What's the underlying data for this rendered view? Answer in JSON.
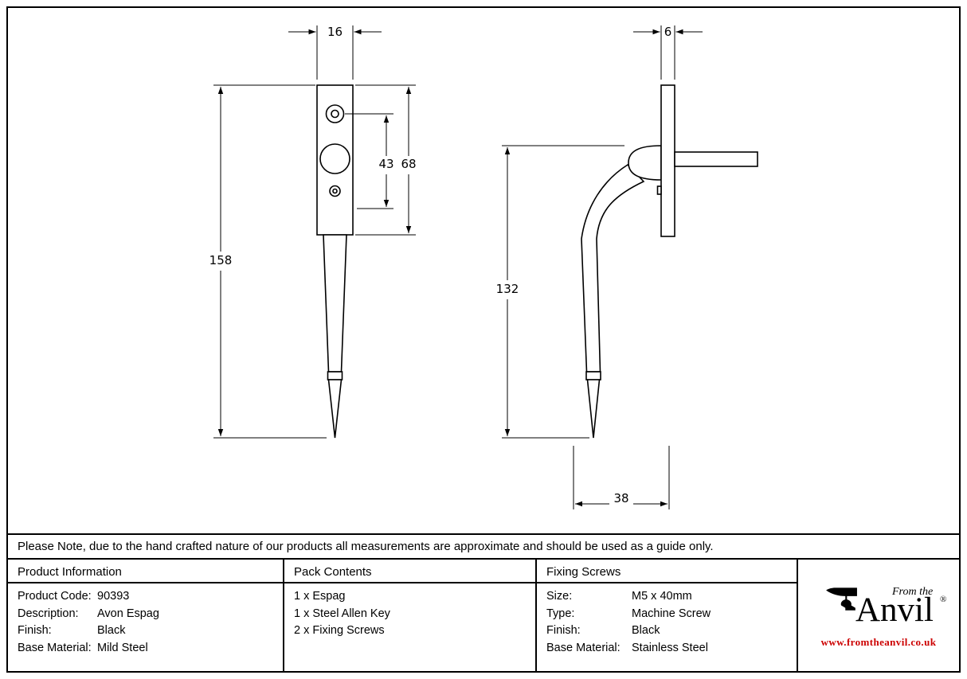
{
  "sheet": {
    "note": "Please Note, due to the hand crafted nature of our products all measurements are approximate and should be used as a guide only."
  },
  "drawing": {
    "front_view": {
      "dim_plate_width": "16",
      "dim_hole_spacing": "43",
      "dim_plate_height": "68",
      "dim_overall_height": "158"
    },
    "side_view": {
      "dim_plate_thickness": "6",
      "dim_handle_height": "132",
      "dim_projection": "38"
    }
  },
  "table": {
    "product_info": {
      "header": "Product Information",
      "rows": [
        {
          "label": "Product Code:",
          "value": "90393"
        },
        {
          "label": "Description:",
          "value": "Avon Espag"
        },
        {
          "label": "Finish:",
          "value": "Black"
        },
        {
          "label": "Base Material:",
          "value": "Mild Steel"
        }
      ]
    },
    "pack_contents": {
      "header": "Pack Contents",
      "items": [
        "1 x Espag",
        "1 x Steel Allen Key",
        "2 x Fixing Screws"
      ]
    },
    "fixing_screws": {
      "header": "Fixing Screws",
      "rows": [
        {
          "label": "Size:",
          "value": "M5 x 40mm"
        },
        {
          "label": "Type:",
          "value": "Machine Screw"
        },
        {
          "label": "Finish:",
          "value": "Black"
        },
        {
          "label": "Base Material:",
          "value": "Stainless Steel"
        }
      ]
    }
  },
  "logo": {
    "tagline": "From the",
    "brand": "Anvil",
    "registered": "®",
    "url": "www.fromtheanvil.co.uk",
    "accent_color": "#cc0000"
  }
}
